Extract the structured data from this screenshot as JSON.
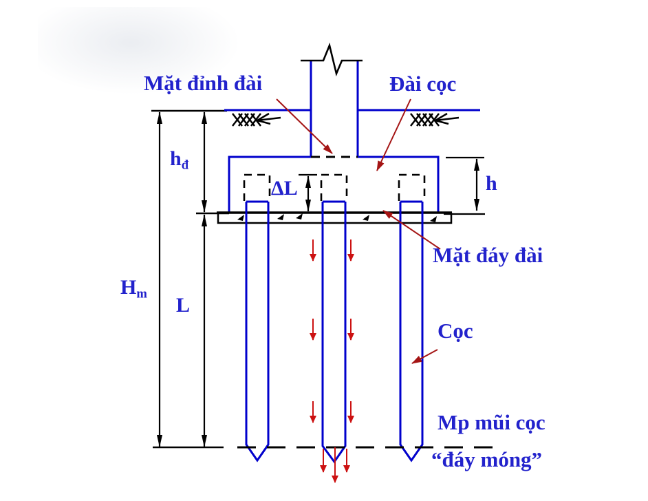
{
  "figure": {
    "type": "pile-foundation-elevation-diagram",
    "labels": {
      "cap_top_surface": "Mặt đỉnh đài",
      "pile_cap": "Đài cọc",
      "cap_bottom_surface": "Mặt đáy đài",
      "pile": "Cọc",
      "pile_tip_plane": "Mp mũi cọc",
      "foundation_bottom": "“đáy móng”"
    },
    "dimensions": {
      "cap_embed_depth_main": "h",
      "cap_embed_depth_sub": "đ",
      "pile_head_embedment": "ΔL",
      "cap_height": "h",
      "foundation_depth_main": "H",
      "foundation_depth_sub": "m",
      "pile_length": "L"
    },
    "colors": {
      "line_blue": "#0000cc",
      "text_blue": "#2222cc",
      "arrow_red": "#cc1111",
      "leader_red": "#a41414",
      "black": "#000000"
    }
  }
}
